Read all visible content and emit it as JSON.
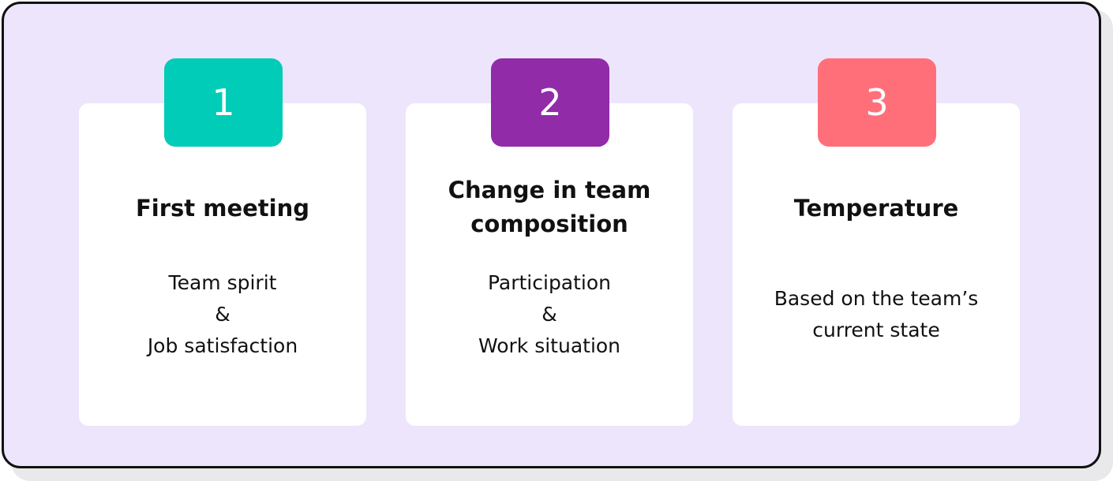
{
  "steps": [
    {
      "number": "1",
      "color": "#00ccb8",
      "title": "First meeting",
      "lines": [
        "Team spirit",
        "&",
        "Job satisfaction"
      ]
    },
    {
      "number": "2",
      "color": "#912ba8",
      "title_lines": [
        "Change in team",
        "composition"
      ],
      "lines": [
        "Participation",
        "&",
        "Work situation"
      ]
    },
    {
      "number": "3",
      "color": "#ff6f7a",
      "title": "Temperature",
      "lines": [
        "Based on the team’s",
        "current state"
      ]
    }
  ]
}
